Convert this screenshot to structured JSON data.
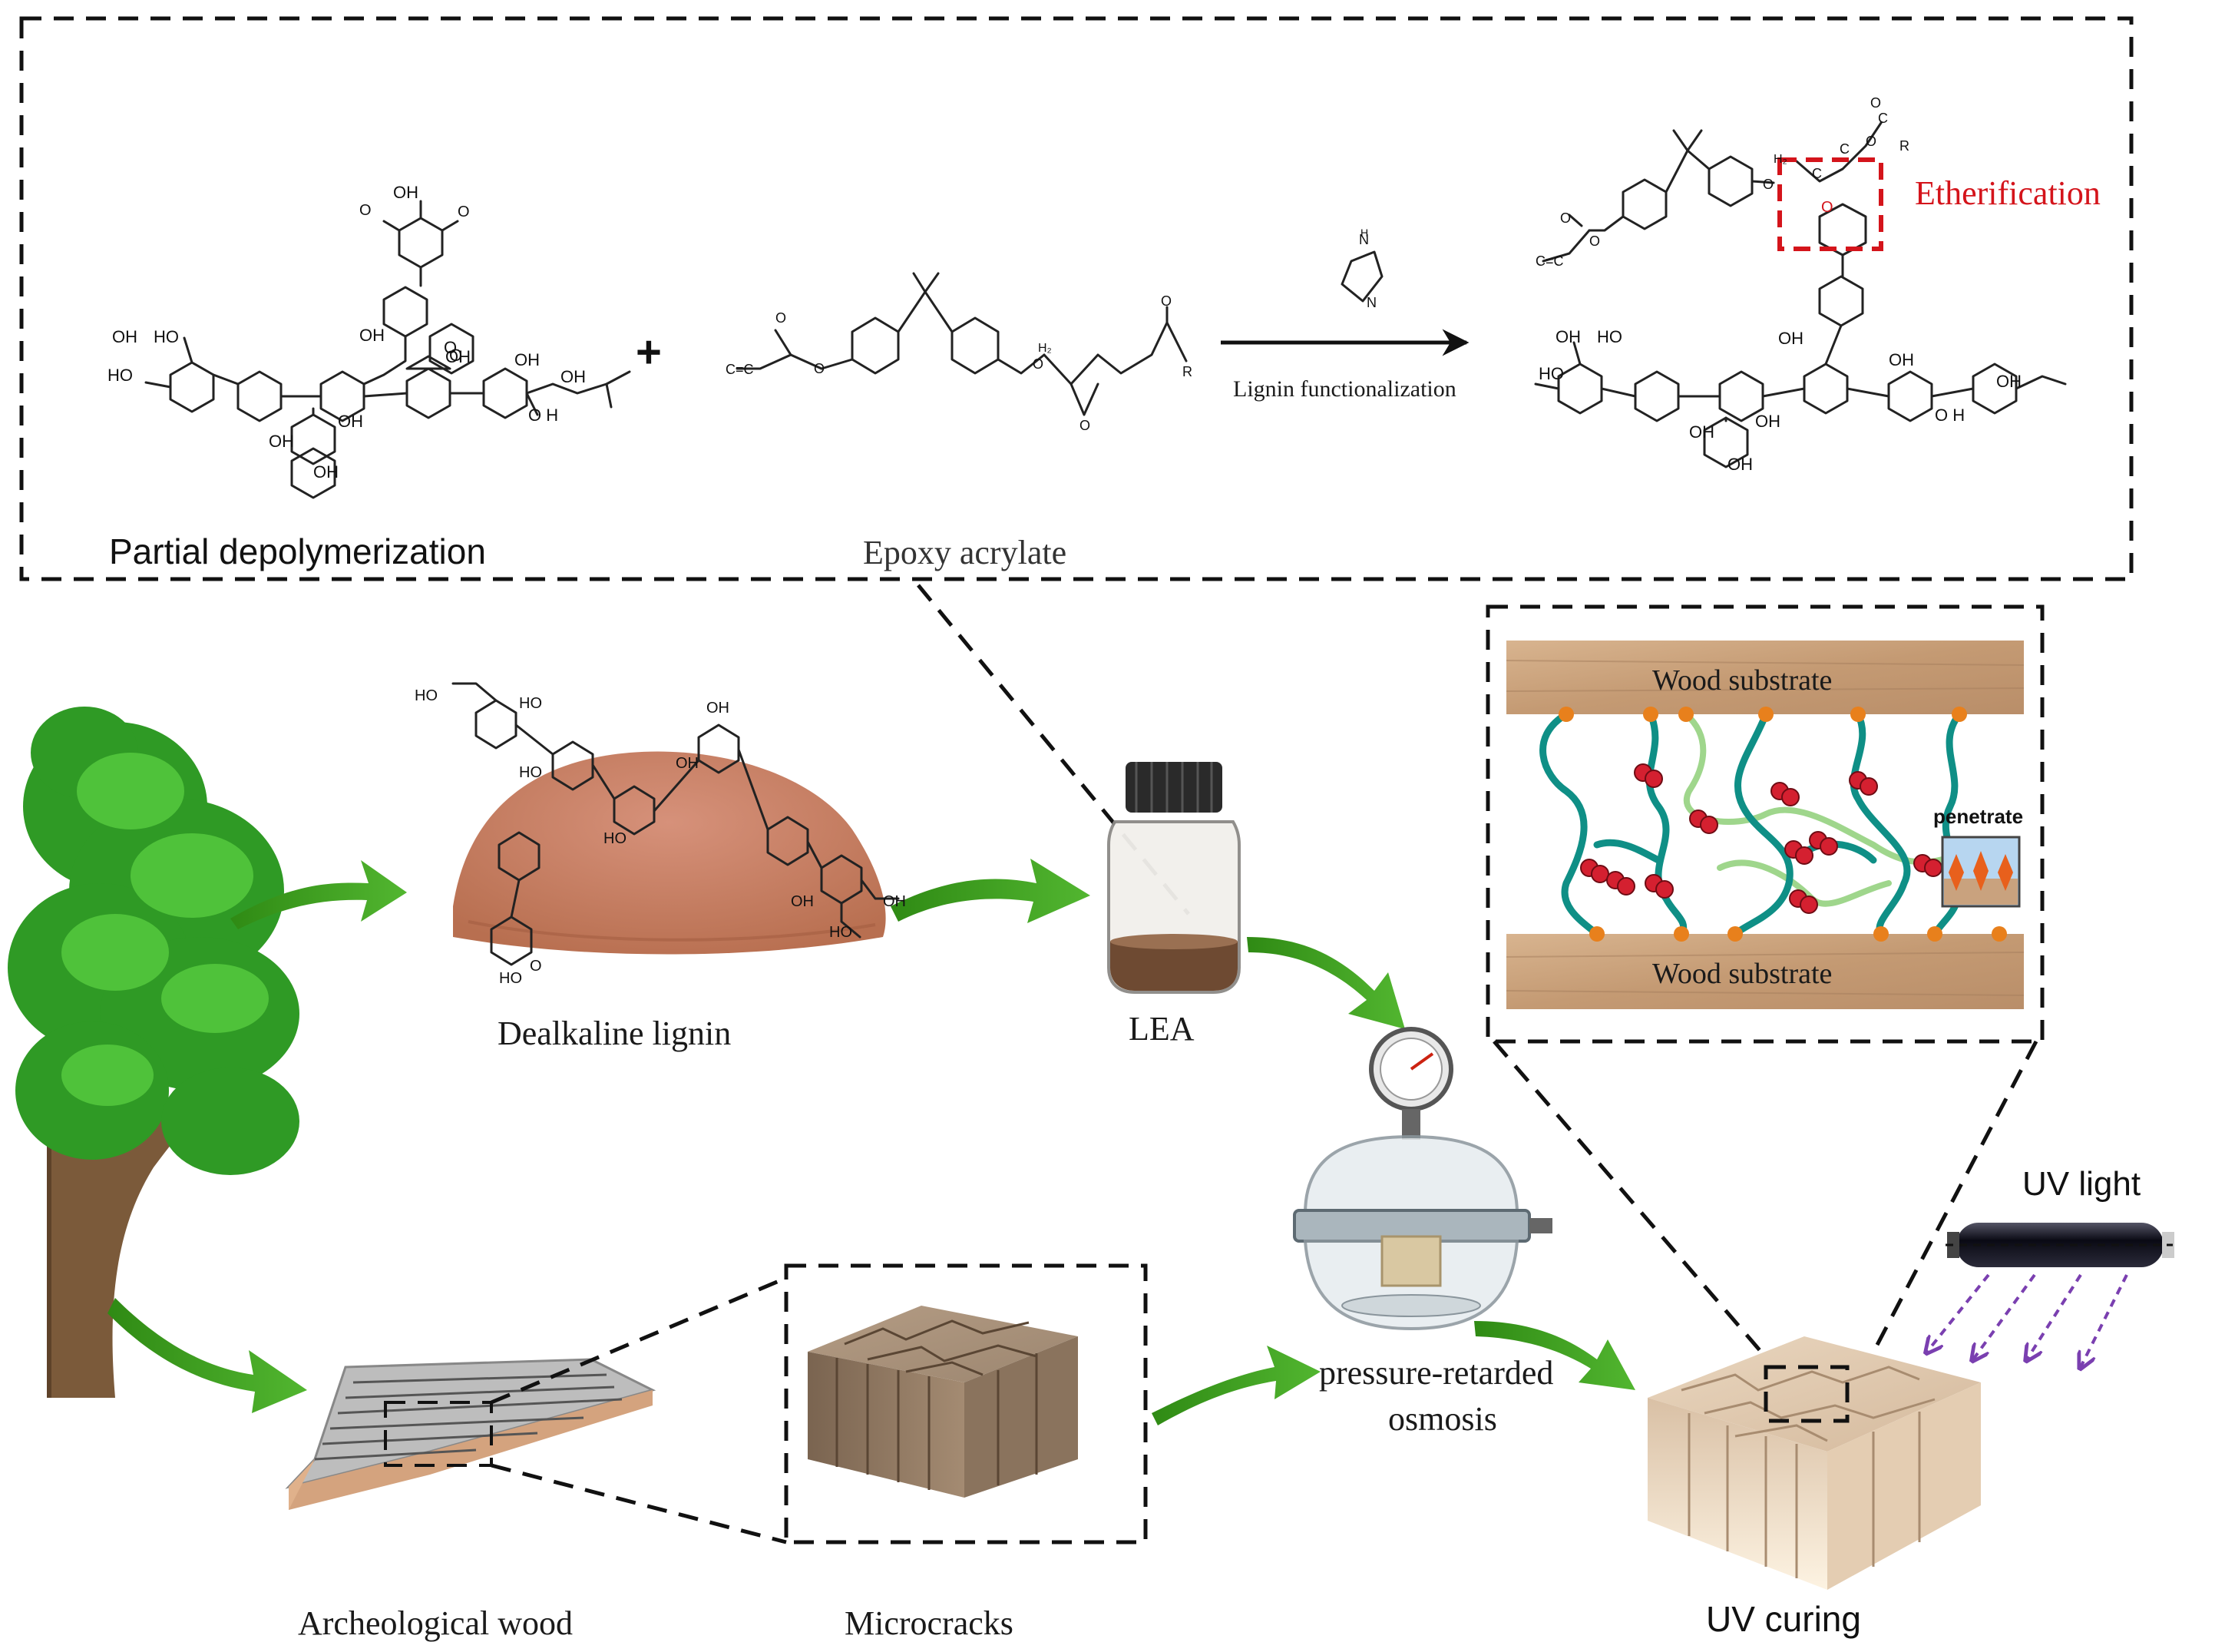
{
  "labels": {
    "partial_depolymerization": "Partial depolymerization",
    "epoxy_acrylate": "Epoxy acrylate",
    "lignin_functionalization": "Lignin functionalization",
    "etherification": "Etherification",
    "dealkaline_lignin": "Dealkaline lignin",
    "lea": "LEA",
    "wood_substrate_top": "Wood substrate",
    "wood_substrate_bottom": "Wood substrate",
    "penetrate": "penetrate",
    "pressure_retarded_line1": "pressure-retarded",
    "pressure_retarded_line2": "osmosis",
    "uv_light": "UV light",
    "archeological_wood": "Archeological wood",
    "microcracks": "Microcracks",
    "uv_curing": "UV curing"
  },
  "chem": {
    "plus": "+",
    "OH": "OH",
    "HO": "HO",
    "O": "O",
    "H": "H",
    "N": "N",
    "R": "R",
    "C": "C",
    "H2": "H₂",
    "CC": "C=C",
    "OH_H": "O H"
  },
  "colors": {
    "etherification": "#d4141b",
    "arrow_green": "#3a9a1e",
    "chain_teal": "#0f8f86",
    "chain_light": "#9fd68c",
    "node_orange": "#e8801c",
    "bead_red": "#d42030",
    "uv_arrow": "#7a3fb0",
    "wood": "#c9a27e",
    "lignin_powder": "#c77b5c"
  },
  "icons": [
    "tree-icon",
    "lignin-powder-icon",
    "lea-bottle-icon",
    "vacuum-chamber-icon",
    "uv-lamp-icon",
    "wood-block-icon",
    "archeological-wood-icon",
    "imidazole-icon"
  ]
}
